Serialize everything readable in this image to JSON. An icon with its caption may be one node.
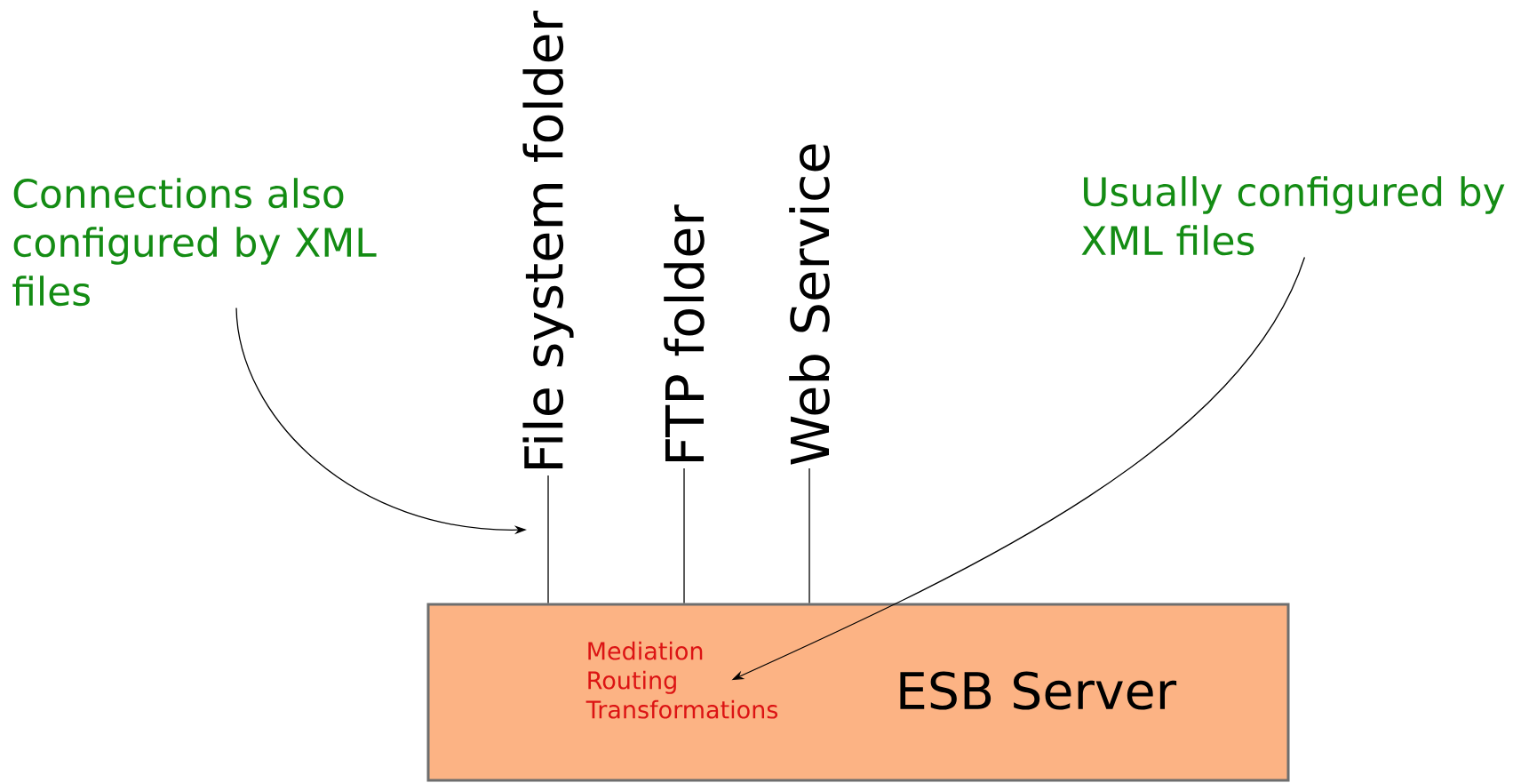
{
  "diagram": {
    "nodes": [
      {
        "text": [
          "ESB Server"
        ]
      },
      {
        "text": [
          "Mediation Routing Transformations"
        ],
        "in": 0
      },
      {
        "text": [
          "File system folder"
        ]
      },
      {
        "text": [
          "FTP folder"
        ]
      },
      {
        "text": [
          "Web Service"
        ]
      },
      {
        "text": [
          "Connections also configured by XML files"
        ]
      },
      {
        "text": [
          "Usually configured by XML files"
        ]
      }
    ],
    "edges": [
      {
        "from": 2,
        "to": 0,
        "arrow": "none"
      },
      {
        "from": 3,
        "to": 0,
        "arrow": "none"
      },
      {
        "from": 4,
        "to": 0,
        "arrow": "none"
      },
      {
        "from": 5,
        "to": null,
        "arrow": "to"
      },
      {
        "from": 6,
        "to": 1,
        "arrow": "to"
      }
    ]
  }
}
